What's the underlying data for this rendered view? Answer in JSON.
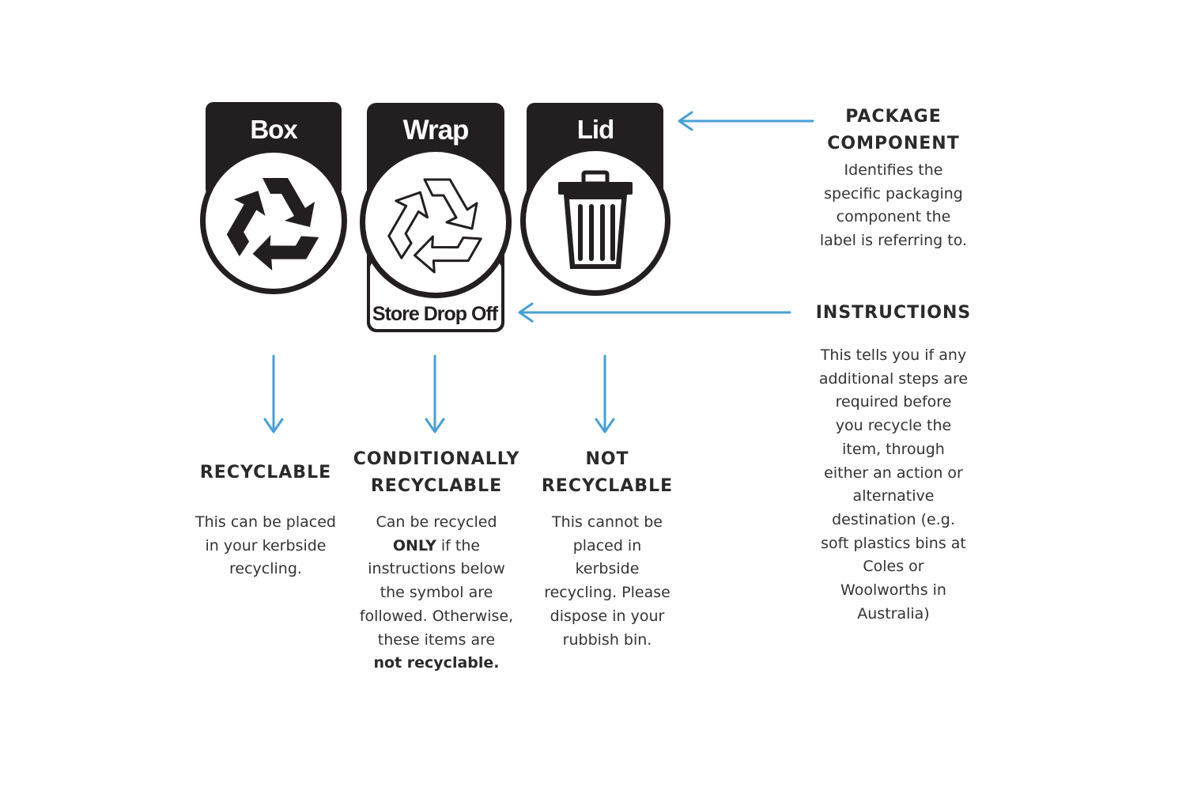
{
  "labels": [
    {
      "component": "Box",
      "symbol": "recycle-solid",
      "status": "recyclable"
    },
    {
      "component": "Wrap",
      "symbol": "recycle-outline",
      "status": "conditionally-recyclable",
      "instruction": "Store Drop Off"
    },
    {
      "component": "Lid",
      "symbol": "trash-bin",
      "status": "not-recyclable"
    }
  ],
  "categories": [
    {
      "heading_lines": [
        "RECYCLABLE"
      ],
      "text_lines": [
        "This can be placed",
        "in your kerbside",
        "recycling."
      ]
    },
    {
      "heading_lines": [
        "CONDITIONALLY",
        "RECYCLABLE"
      ],
      "text_line1": "Can be recycled",
      "text_strong": "ONLY",
      "text_line2_rest": " if the",
      "text_lines_after": [
        "instructions below",
        "the symbol are",
        "followed. Otherwise,",
        "these items are"
      ],
      "text_final_bold": "not recyclable."
    },
    {
      "heading_lines": [
        "NOT",
        "RECYCLABLE"
      ],
      "text_lines": [
        "This cannot be",
        "placed in",
        "kerbside",
        "recycling. Please",
        "dispose in your",
        "rubbish bin."
      ]
    }
  ],
  "annotations": {
    "package_component": {
      "heading_lines": [
        "PACKAGE",
        "COMPONENT"
      ],
      "text_lines": [
        "Identifies the",
        "specific packaging",
        "component the",
        "label is referring to."
      ]
    },
    "instructions": {
      "heading_lines": [
        "INSTRUCTIONS"
      ],
      "text_lines": [
        "This tells you if any",
        "additional steps are",
        "required before",
        "you recycle the",
        "item, through",
        "either an action or",
        "alternative",
        "destination (e.g.",
        "soft plastics bins at",
        "Coles or",
        "Woolworths in",
        "Australia)"
      ]
    }
  },
  "colors": {
    "arrow": "#4a9fd4",
    "label_dark": "#231f20",
    "text": "#2a2a2a"
  }
}
